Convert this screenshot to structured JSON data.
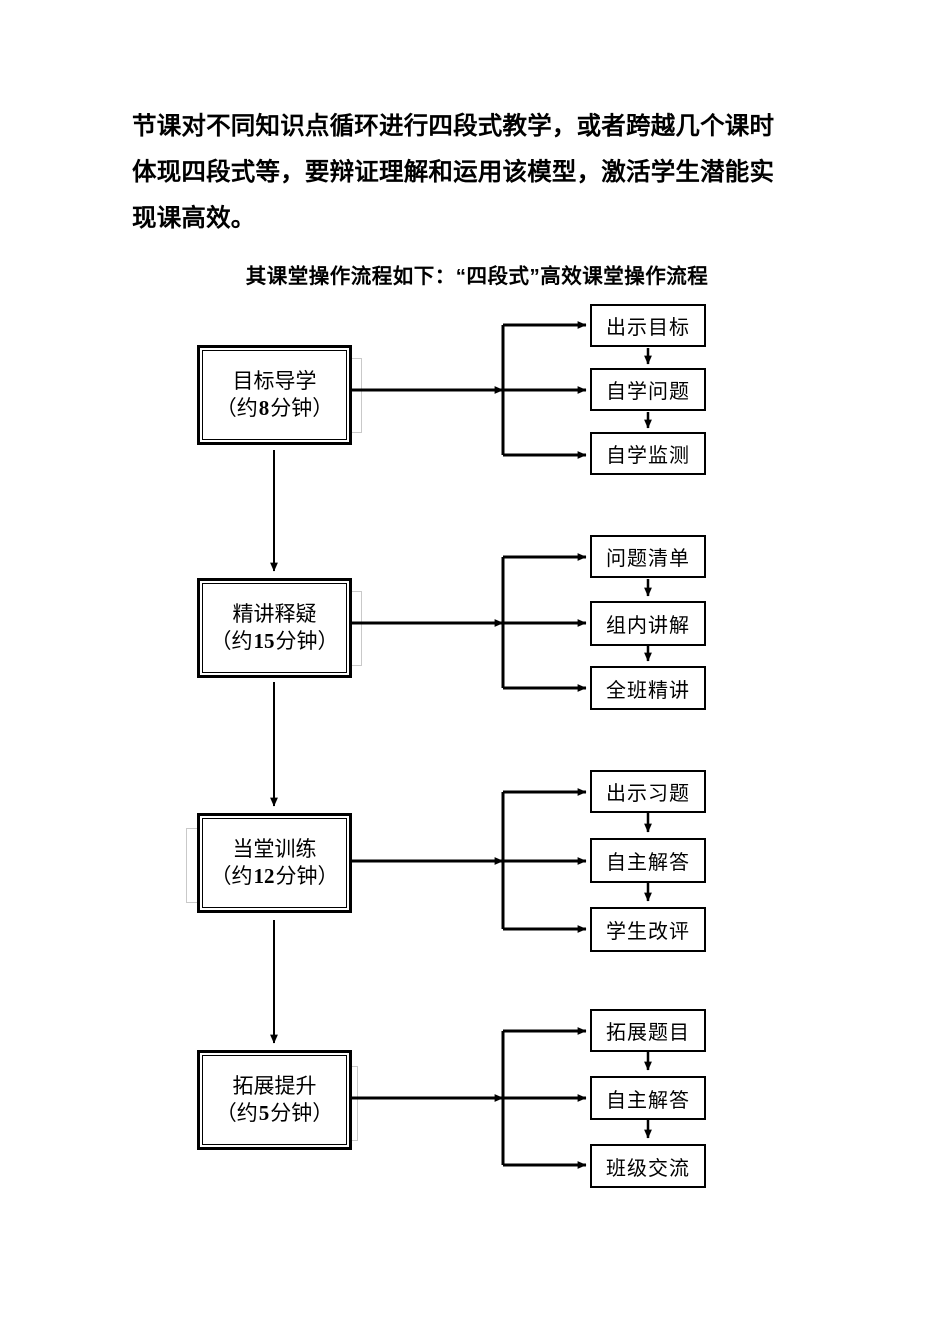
{
  "document": {
    "paragraph_lines": [
      "节课对不同知识点循环进行四段式教学，或者跨越几个课时",
      "体现四段式等，要辩证理解和运用该模型，激活学生潜能实",
      "现课高效。"
    ],
    "subtitle": "其课堂操作流程如下：“四段式”高效课堂操作流程"
  },
  "flowchart": {
    "title": "“四段式”高效课堂操作流程",
    "stages": [
      {
        "id": "stage-1",
        "name": "目标导学",
        "duration_line": "（约 8 分钟）",
        "duration_prefix": "（约",
        "duration_value": "8",
        "duration_suffix": "分钟）",
        "steps": [
          "出示目标",
          "自学问题",
          "自学监测"
        ]
      },
      {
        "id": "stage-2",
        "name": "精讲释疑",
        "duration_line": "（约 15 分钟）",
        "duration_prefix": "（约",
        "duration_value": "15",
        "duration_suffix": "分钟）",
        "steps": [
          "问题清单",
          "组内讲解",
          "全班精讲"
        ]
      },
      {
        "id": "stage-3",
        "name": "当堂训练",
        "duration_line": "（约 12 分钟）",
        "duration_prefix": "（约",
        "duration_value": "12",
        "duration_suffix": "分钟）",
        "steps": [
          "出示习题",
          "自主解答",
          "学生改评"
        ]
      },
      {
        "id": "stage-4",
        "name": "拓展提升",
        "duration_line": "（约 5 分钟）",
        "duration_prefix": "（约",
        "duration_value": "5",
        "duration_suffix": "分钟）",
        "steps": [
          "拓展题目",
          "自主解答",
          "班级交流"
        ]
      }
    ]
  },
  "colors": {
    "page_background": "#ffffff",
    "ink": "#000000",
    "ghost_rule": "#c9c9c9"
  }
}
